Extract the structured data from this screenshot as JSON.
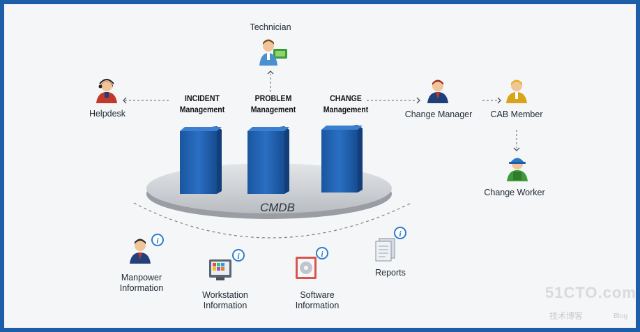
{
  "modules": {
    "incident": [
      "INCIDENT",
      "Management"
    ],
    "problem": [
      "PROBLEM",
      "Management"
    ],
    "change": [
      "CHANGE",
      "Management"
    ]
  },
  "database": "CMDB",
  "roles": {
    "technician": "Technician",
    "helpdesk": "Helpdesk",
    "change_manager": "Change Manager",
    "cab_member": "CAB Member",
    "change_worker": "Change Worker"
  },
  "info_sources": {
    "manpower": [
      "Manpower",
      "Information"
    ],
    "workstation": [
      "Workstation",
      "Information"
    ],
    "software": [
      "Software",
      "Information"
    ],
    "reports": "Reports"
  },
  "watermark": {
    "site": "51CTO.com",
    "chinese": "技术博客",
    "blog": "Blog"
  },
  "colors": {
    "frame": "#1e5ea8",
    "pillar": "#1d5fae",
    "disc": "#c9ccd0"
  },
  "icons": {
    "technician": "technician-person-icon",
    "helpdesk": "headset-person-icon",
    "change_manager": "person-icon",
    "cab_member": "person-icon",
    "change_worker": "hardhat-worker-icon",
    "info_badge": "info-icon"
  }
}
